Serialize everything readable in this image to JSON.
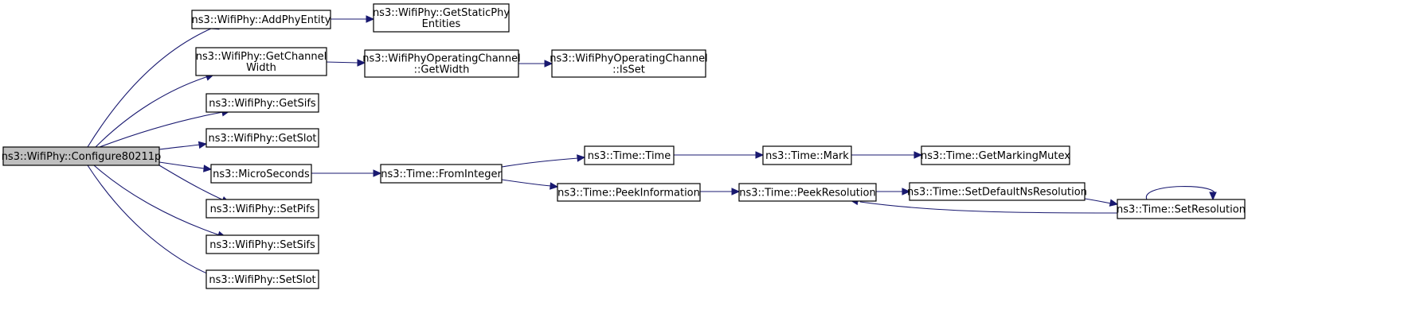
{
  "diagram": {
    "colors": {
      "root_fill": "#bfbfbf",
      "node_fill": "#ffffff",
      "node_stroke": "#000000",
      "edge": "#191970"
    },
    "nodes": [
      {
        "id": "configure",
        "lines": [
          "ns3::WifiPhy::Configure80211p"
        ],
        "root": true
      },
      {
        "id": "addphy",
        "lines": [
          "ns3::WifiPhy::AddPhyEntity"
        ]
      },
      {
        "id": "getstatic",
        "lines": [
          "ns3::WifiPhy::GetStaticPhy",
          "Entities"
        ]
      },
      {
        "id": "getchw",
        "lines": [
          "ns3::WifiPhy::GetChannel",
          "Width"
        ]
      },
      {
        "id": "opgetwidth",
        "lines": [
          "ns3::WifiPhyOperatingChannel",
          "::GetWidth"
        ]
      },
      {
        "id": "opisset",
        "lines": [
          "ns3::WifiPhyOperatingChannel",
          "::IsSet"
        ]
      },
      {
        "id": "getsifs",
        "lines": [
          "ns3::WifiPhy::GetSifs"
        ]
      },
      {
        "id": "getslot",
        "lines": [
          "ns3::WifiPhy::GetSlot"
        ]
      },
      {
        "id": "micro",
        "lines": [
          "ns3::MicroSeconds"
        ]
      },
      {
        "id": "fromint",
        "lines": [
          "ns3::Time::FromInteger"
        ]
      },
      {
        "id": "timetime",
        "lines": [
          "ns3::Time::Time"
        ]
      },
      {
        "id": "mark",
        "lines": [
          "ns3::Time::Mark"
        ]
      },
      {
        "id": "mutex",
        "lines": [
          "ns3::Time::GetMarkingMutex"
        ]
      },
      {
        "id": "peekinfo",
        "lines": [
          "ns3::Time::PeekInformation"
        ]
      },
      {
        "id": "peekres",
        "lines": [
          "ns3::Time::PeekResolution"
        ]
      },
      {
        "id": "setdef",
        "lines": [
          "ns3::Time::SetDefaultNsResolution"
        ]
      },
      {
        "id": "setres",
        "lines": [
          "ns3::Time::SetResolution"
        ]
      },
      {
        "id": "setpifs",
        "lines": [
          "ns3::WifiPhy::SetPifs"
        ]
      },
      {
        "id": "setsifs",
        "lines": [
          "ns3::WifiPhy::SetSifs"
        ]
      },
      {
        "id": "setslot",
        "lines": [
          "ns3::WifiPhy::SetSlot"
        ]
      }
    ],
    "edges": [
      {
        "from": "configure",
        "to": "addphy"
      },
      {
        "from": "addphy",
        "to": "getstatic"
      },
      {
        "from": "configure",
        "to": "getchw"
      },
      {
        "from": "getchw",
        "to": "opgetwidth"
      },
      {
        "from": "opgetwidth",
        "to": "opisset"
      },
      {
        "from": "configure",
        "to": "getsifs"
      },
      {
        "from": "configure",
        "to": "getslot"
      },
      {
        "from": "configure",
        "to": "micro"
      },
      {
        "from": "micro",
        "to": "fromint"
      },
      {
        "from": "fromint",
        "to": "timetime"
      },
      {
        "from": "timetime",
        "to": "mark"
      },
      {
        "from": "mark",
        "to": "mutex"
      },
      {
        "from": "fromint",
        "to": "peekinfo"
      },
      {
        "from": "peekinfo",
        "to": "peekres"
      },
      {
        "from": "peekres",
        "to": "setdef"
      },
      {
        "from": "setdef",
        "to": "setres"
      },
      {
        "from": "setres",
        "to": "peekres"
      },
      {
        "from": "setres",
        "to": "setres"
      },
      {
        "from": "configure",
        "to": "setpifs"
      },
      {
        "from": "configure",
        "to": "setsifs"
      },
      {
        "from": "configure",
        "to": "setslot"
      }
    ]
  }
}
